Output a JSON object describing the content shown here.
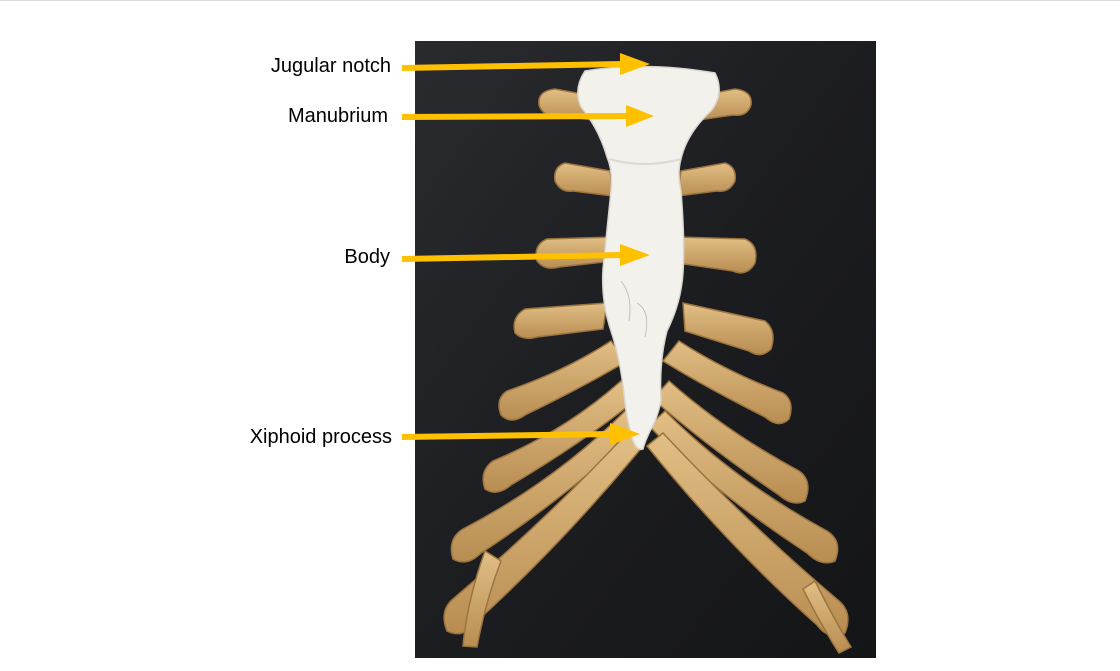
{
  "labels": {
    "jugular_notch": "Jugular notch",
    "manubrium": "Manubrium",
    "body": "Body",
    "xiphoid_process": "Xiphoid process"
  },
  "colors": {
    "arrow": "#FFC000",
    "background_board": "#1e1f22",
    "sternum": "#f2f1ec",
    "cartilage": "#d3ab6c"
  }
}
